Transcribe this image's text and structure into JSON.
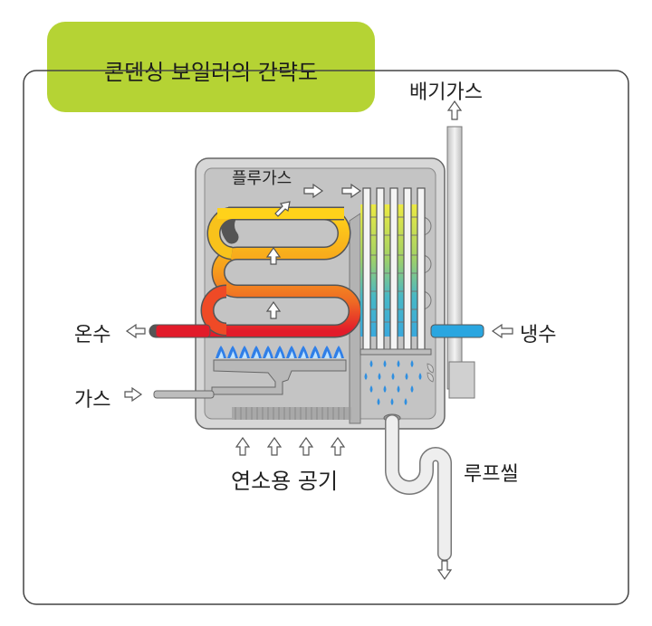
{
  "title": "콘덴싱 보일러의 간략도",
  "labels": {
    "exhaust_gas": "배기가스",
    "flue_gas": "플루가스",
    "hot_water": "온수",
    "cold_water": "냉수",
    "gas": "가스",
    "combustion_air": "연소용 공기",
    "loop_seal": "루프씰"
  },
  "colors": {
    "badge": "#b5d334",
    "hot_pipe": "#e21b2a",
    "cold_pipe": "#2aa6e0",
    "flame": "#2f7fe8",
    "body": "#dcdcdc"
  }
}
